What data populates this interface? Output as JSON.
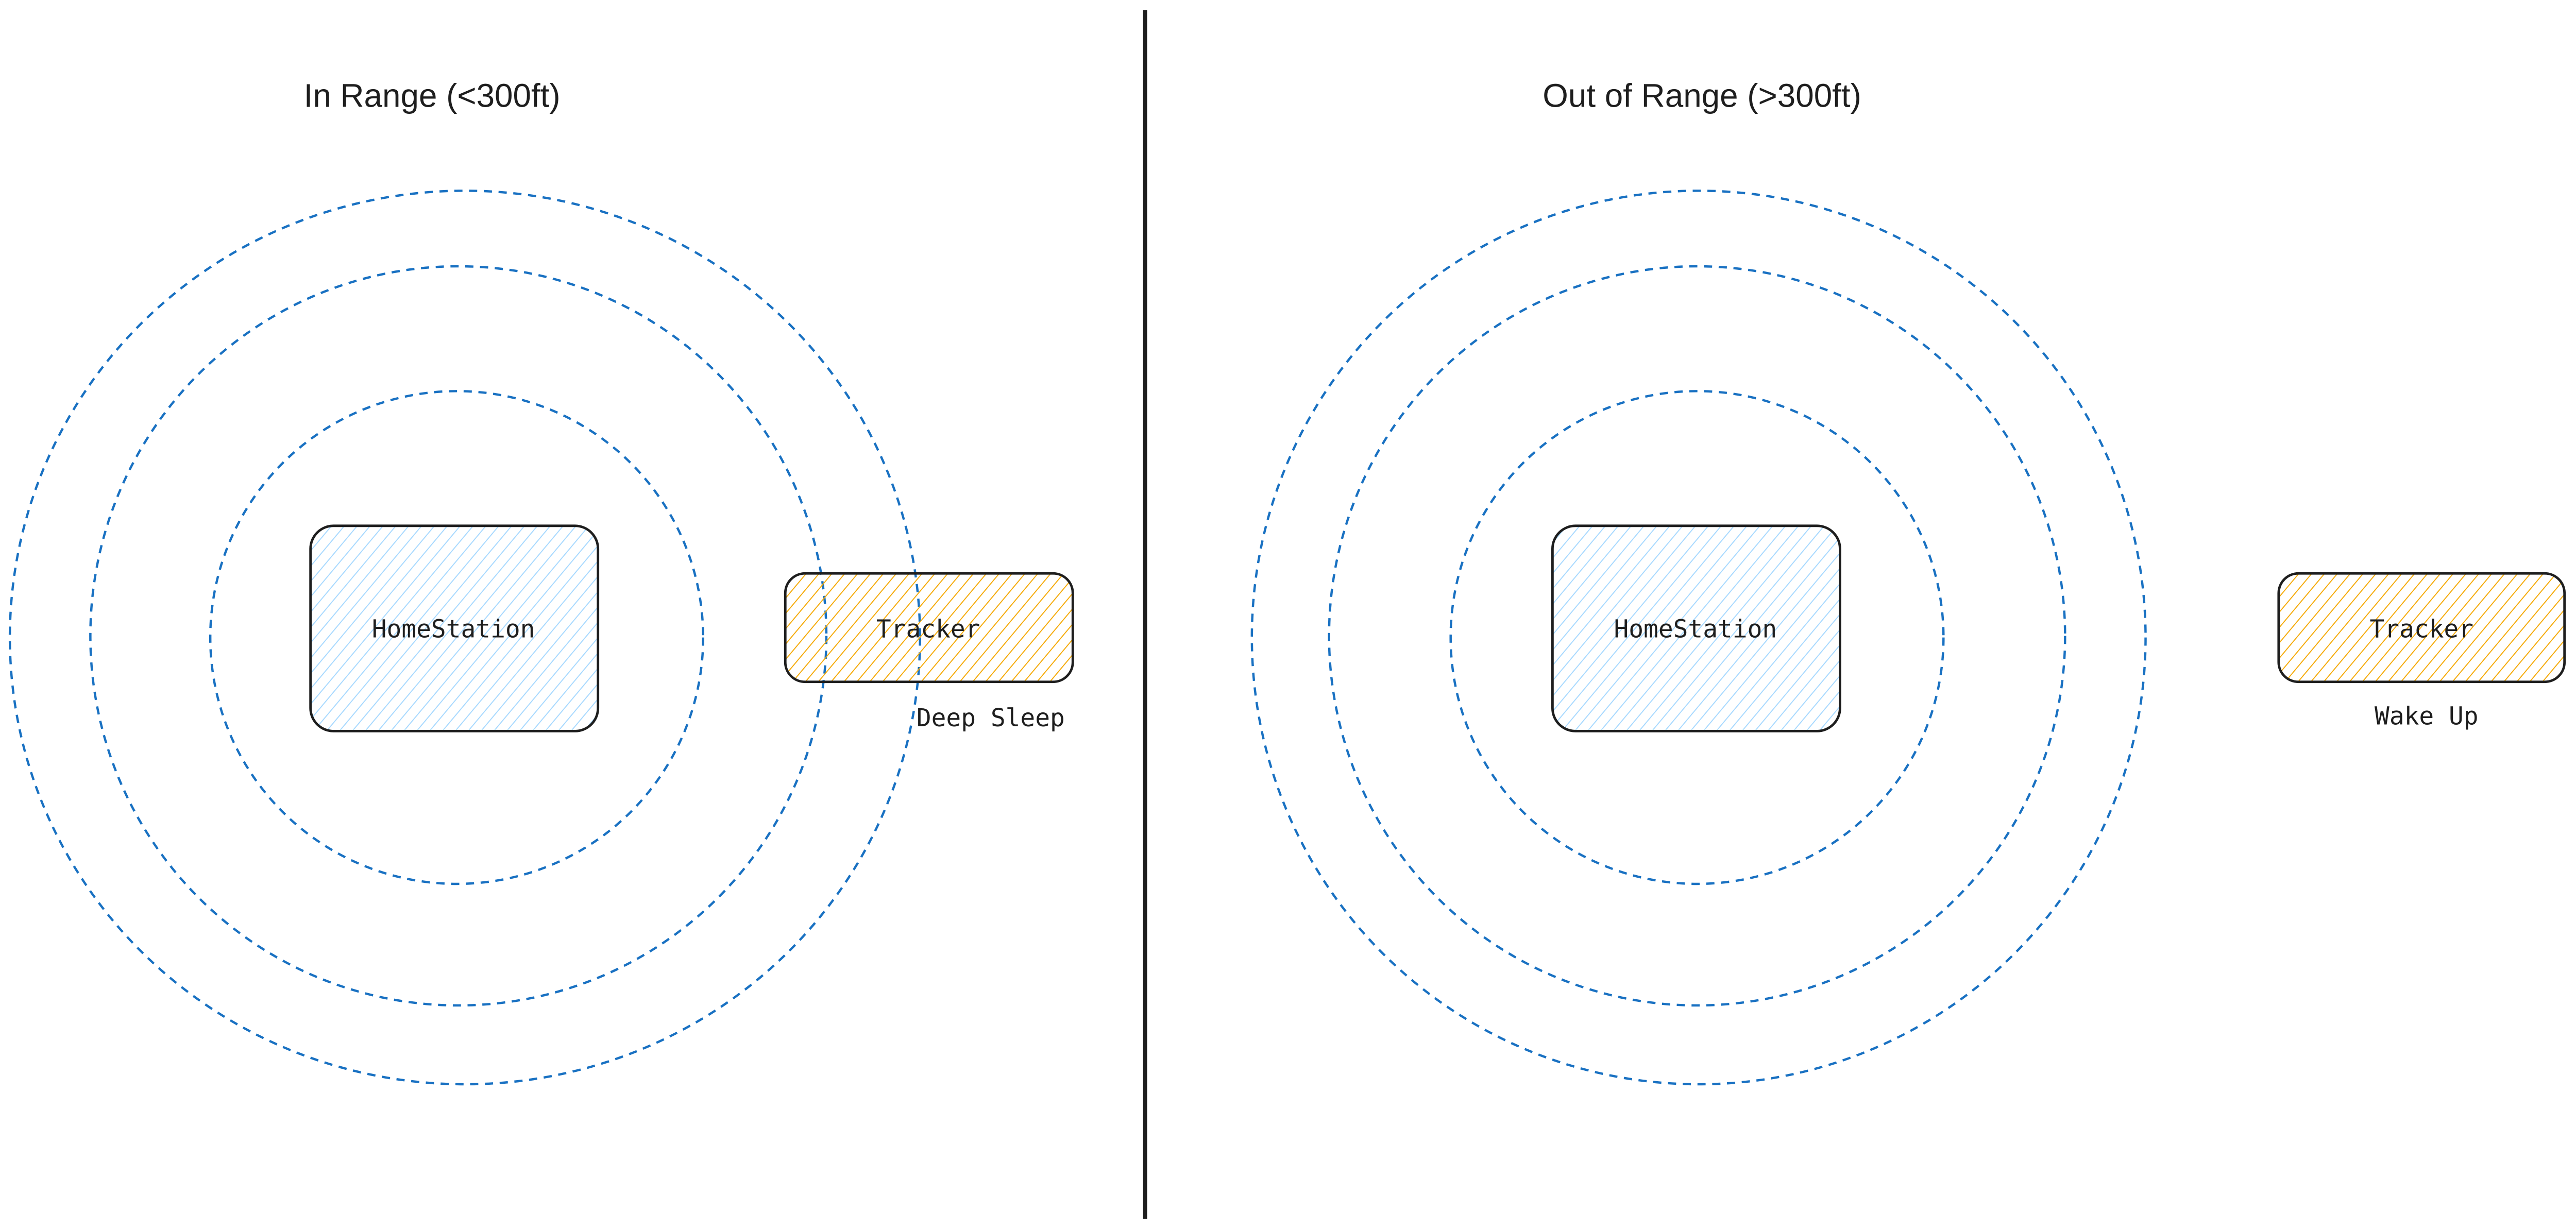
{
  "colors": {
    "ring": "#1971c2",
    "homestation_hatch": "#a5d8ff",
    "tracker_hatch": "#f08c00",
    "stroke": "#1e1e1e"
  },
  "panels": [
    {
      "title": "In Range (<300ft)",
      "homestation_label": "HomeStation",
      "tracker_label": "Tracker",
      "tracker_status": "Deep Sleep"
    },
    {
      "title": "Out of Range (>300ft)",
      "homestation_label": "HomeStation",
      "tracker_label": "Tracker",
      "tracker_status": "Wake Up"
    }
  ]
}
